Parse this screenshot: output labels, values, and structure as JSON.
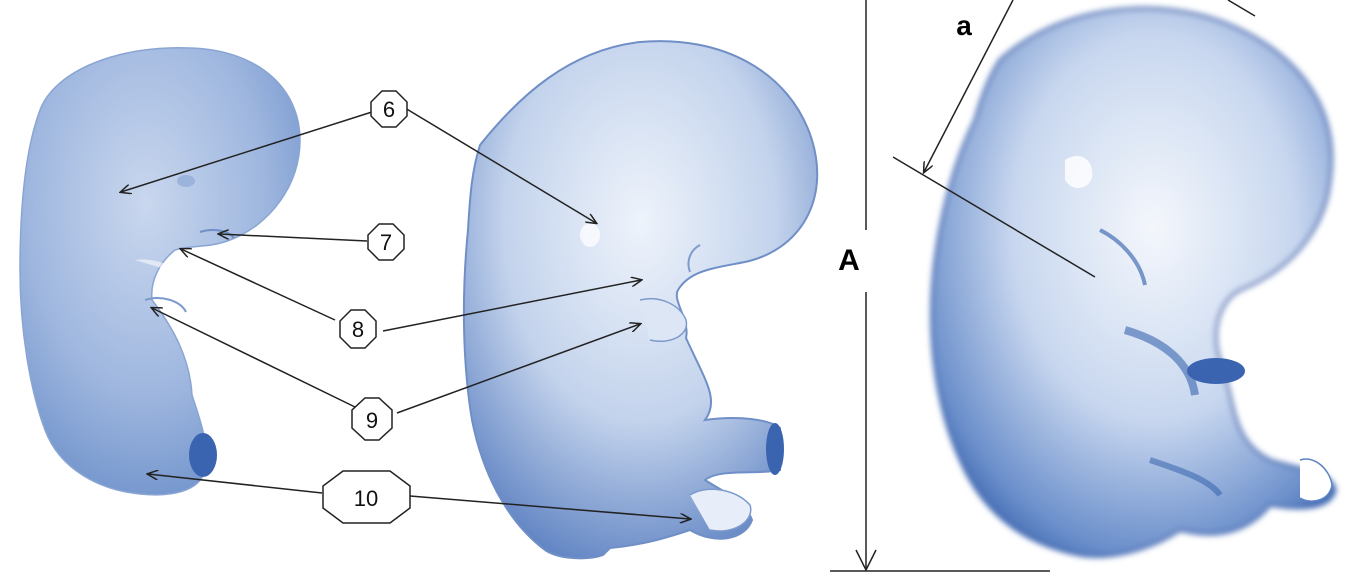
{
  "callouts": {
    "c6": "6",
    "c7": "7",
    "c8": "8",
    "c9": "9",
    "c10": "10"
  },
  "dimension_labels": {
    "crown_rump": "A",
    "head_length": "a"
  },
  "colors": {
    "embryo_fill": "#a9bfe0",
    "embryo_shade": "#6d8fc8",
    "embryo_dark": "#2a5aa8",
    "cord_stump": "#3b64b0",
    "line": "#222222"
  }
}
